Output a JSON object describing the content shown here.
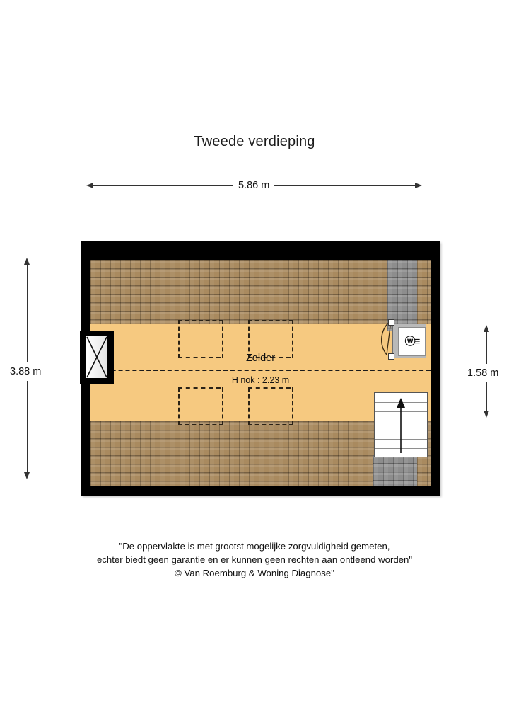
{
  "title": "Tweede verdieping",
  "dimensions": {
    "width_label": "5.86 m",
    "height_left_label": "3.88 m",
    "height_right_label": "1.58 m"
  },
  "room": {
    "name": "Zolder",
    "ridge_height_label": "H nok : 2.23 m"
  },
  "features": {
    "window_icon": "window-cross-icon",
    "appliance_icon": "washing-machine-icon",
    "appliance_glyph": "ⓦ≡",
    "stairs_icon": "stairs-up-arrow-icon",
    "ridge_icon": "roof-ridge-dashed-line",
    "dormer_icon": "dormer-dashed-outline"
  },
  "colors": {
    "wall": "#000000",
    "floor": "#f6c980",
    "roof_tile_brown": "#a98a5f",
    "roof_tile_grey": "#8d8d8d",
    "dimension_line": "#333333",
    "text": "#111111"
  },
  "disclaimer": {
    "line1": "\"De oppervlakte is met grootst mogelijke zorgvuldigheid gemeten,",
    "line2": "echter biedt geen garantie en er kunnen geen rechten aan ontleend worden\"",
    "line3": "© Van Roemburg & Woning Diagnose\""
  },
  "stairs": {
    "step_count": 6
  }
}
